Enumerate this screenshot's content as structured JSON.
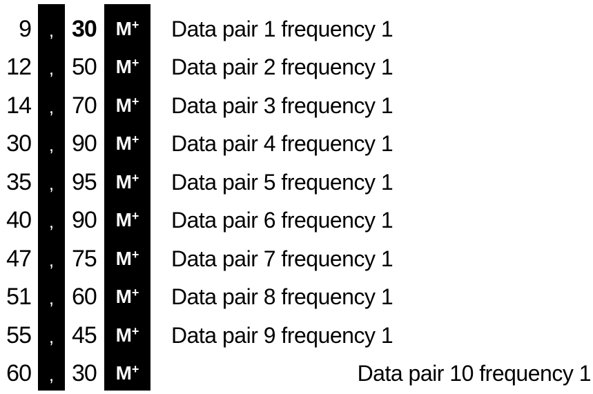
{
  "rows": [
    {
      "x": "9",
      "sep": ",",
      "y": "30",
      "key": "M",
      "key_sup": "+",
      "note": "Data pair 1 frequency 1"
    },
    {
      "x": "12",
      "sep": ",",
      "y": "50",
      "key": "M",
      "key_sup": "+",
      "note": "Data pair 2 frequency 1"
    },
    {
      "x": "14",
      "sep": ",",
      "y": "70",
      "key": "M",
      "key_sup": "+",
      "note": "Data pair 3 frequency 1"
    },
    {
      "x": "30",
      "sep": ",",
      "y": "90",
      "key": "M",
      "key_sup": "+",
      "note": "Data pair 4 frequency 1"
    },
    {
      "x": "35",
      "sep": ",",
      "y": "95",
      "key": "M",
      "key_sup": "+",
      "note": "Data pair 5 frequency 1"
    },
    {
      "x": "40",
      "sep": ",",
      "y": "90",
      "key": "M",
      "key_sup": "+",
      "note": "Data pair 6 frequency 1"
    },
    {
      "x": "47",
      "sep": ",",
      "y": "75",
      "key": "M",
      "key_sup": "+",
      "note": "Data pair 7 frequency 1"
    },
    {
      "x": "51",
      "sep": ",",
      "y": "60",
      "key": "M",
      "key_sup": "+",
      "note": "Data pair 8 frequency 1"
    },
    {
      "x": "55",
      "sep": ",",
      "y": "45",
      "key": "M",
      "key_sup": "+",
      "note": "Data pair 9 frequency 1"
    },
    {
      "x": "60",
      "sep": ",",
      "y": "30",
      "key": "M",
      "key_sup": "+",
      "note": "Data pair 10 frequency 1"
    }
  ]
}
